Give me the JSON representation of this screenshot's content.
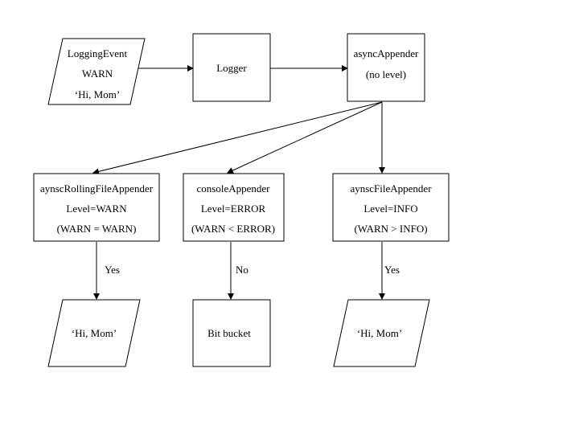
{
  "diagram": {
    "nodes": [
      {
        "id": "logging-event",
        "lines": [
          "LoggingEvent",
          "WARN",
          "‘Hi, Mom’"
        ]
      },
      {
        "id": "logger",
        "lines": [
          "Logger"
        ]
      },
      {
        "id": "async-appender",
        "lines": [
          "asyncAppender",
          "(no level)"
        ]
      },
      {
        "id": "rolling-file-appender",
        "lines": [
          "aynscRollingFileAppender",
          "Level=WARN",
          "(WARN = WARN)"
        ]
      },
      {
        "id": "console-appender",
        "lines": [
          "consoleAppender",
          "Level=ERROR",
          "(WARN < ERROR)"
        ]
      },
      {
        "id": "file-appender",
        "lines": [
          "aynscFileAppender",
          "Level=INFO",
          "(WARN > INFO)"
        ]
      },
      {
        "id": "output-rolling",
        "lines": [
          "‘Hi, Mom’"
        ]
      },
      {
        "id": "bit-bucket",
        "lines": [
          "Bit bucket"
        ]
      },
      {
        "id": "output-file",
        "lines": [
          "‘Hi, Mom’"
        ]
      }
    ],
    "edges": [
      {
        "from": "logging-event",
        "to": "logger",
        "label": ""
      },
      {
        "from": "logger",
        "to": "async-appender",
        "label": ""
      },
      {
        "from": "async-appender",
        "to": "rolling-file-appender",
        "label": ""
      },
      {
        "from": "async-appender",
        "to": "console-appender",
        "label": ""
      },
      {
        "from": "async-appender",
        "to": "file-appender",
        "label": ""
      },
      {
        "from": "rolling-file-appender",
        "to": "output-rolling",
        "label": "Yes"
      },
      {
        "from": "console-appender",
        "to": "bit-bucket",
        "label": "No"
      },
      {
        "from": "file-appender",
        "to": "output-file",
        "label": "Yes"
      }
    ]
  }
}
